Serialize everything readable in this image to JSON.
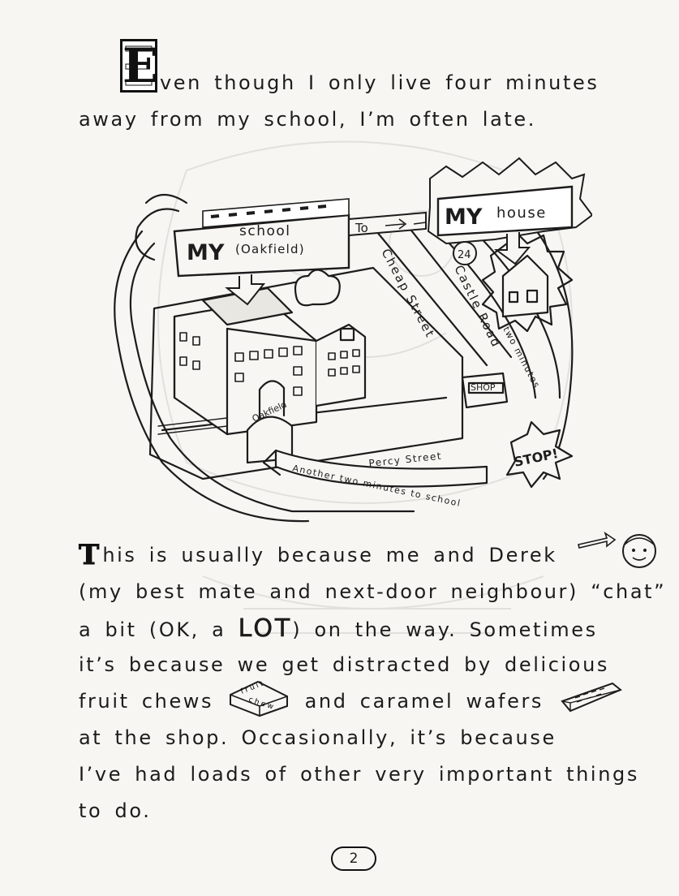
{
  "intro": {
    "drop_cap": "E",
    "line1_rest": "ven though I only live four minutes",
    "line2": "away from my school, I’m often late."
  },
  "map": {
    "school_my": "MY",
    "school_word": "school",
    "school_name": "(Oakfield)",
    "to_label": "To",
    "house_my": "MY",
    "house_word": "house",
    "house_number": "24",
    "cheap_street": "Cheap Street",
    "castle_road": "Castle Road",
    "two_minutes": "two minutes",
    "shop_sign": "SHOP",
    "stop_sign": "STOP!",
    "percy_street": "Percy Street",
    "school_gate": "Oakfield",
    "another_two": "Another two minutes to school"
  },
  "body": {
    "drop_cap": "T",
    "line1_rest": "his is usually because me and Derek",
    "line2": "(my best mate and next-door neighbour) “chat”",
    "line3_a": "a bit (OK, a ",
    "line3_big": "LOT",
    "line3_b": ") on the way. Sometimes",
    "line4": "it’s because we get distracted by delicious",
    "line5_a": "fruit chews",
    "line5_b": "and caramel wafers",
    "fruit_box_line1": "fruit",
    "fruit_box_line2": "chew",
    "line6": "at the shop.   Occasionally, it’s because",
    "line7": "I’ve had loads of other very important things",
    "line8": "to do."
  },
  "page_number": "2"
}
